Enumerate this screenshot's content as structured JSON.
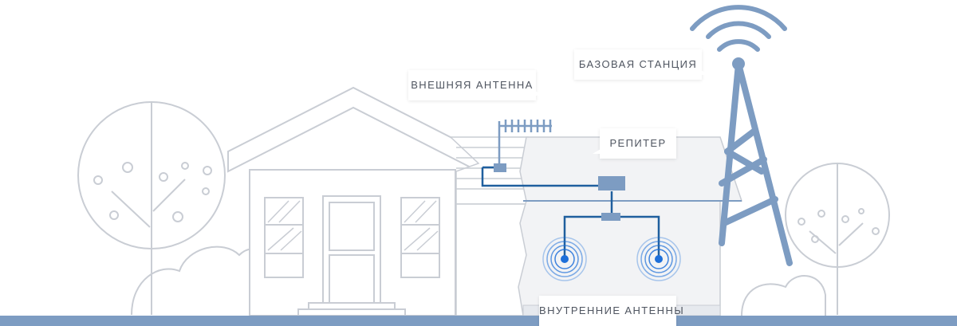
{
  "labels": {
    "external_antenna": "ВНЕШНЯЯ АНТЕННА",
    "base_station": "БАЗОВАЯ СТАНЦИЯ",
    "repeater": "РЕПИТЕР",
    "internal_antennas": "ВНУТРЕННИЕ АНТЕННЫ"
  },
  "colors": {
    "line_gray": "#c9cdd4",
    "accent_blue": "#7d9cc2",
    "signal_blue": "#1e6fd9",
    "ground": "#7d9cc2",
    "room_fill": "#f2f3f5",
    "text": "#4f5560"
  }
}
